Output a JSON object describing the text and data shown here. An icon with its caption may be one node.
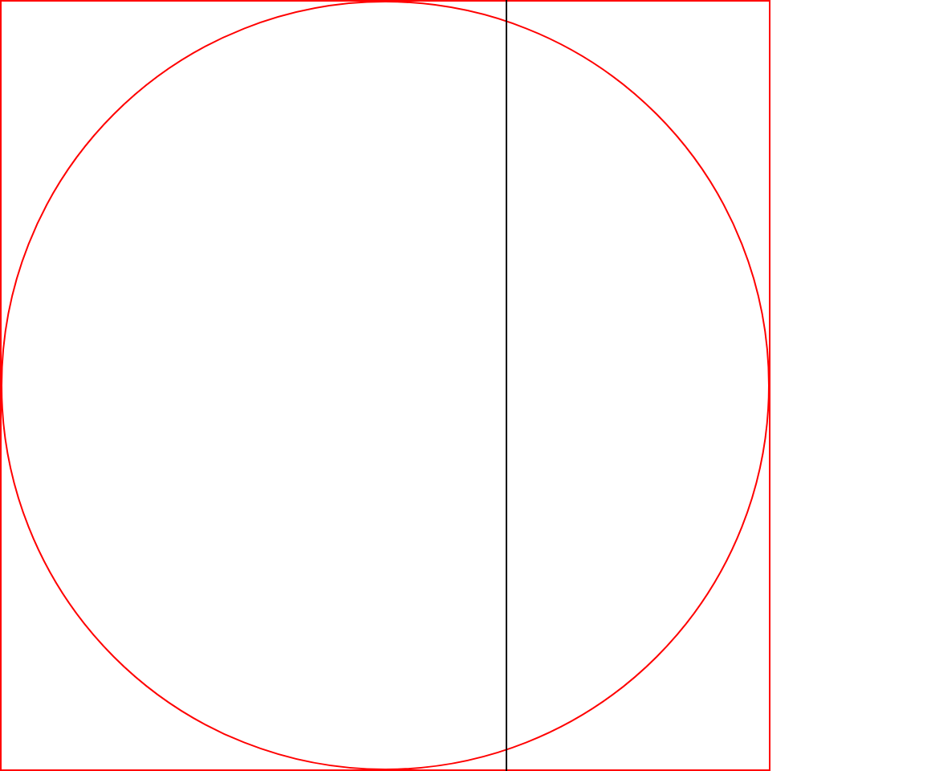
{
  "diagram": {
    "nodes": [
      {
        "text": [],
        "shape": "box"
      },
      {
        "text": [],
        "shape": "circle",
        "in": 0
      }
    ]
  }
}
